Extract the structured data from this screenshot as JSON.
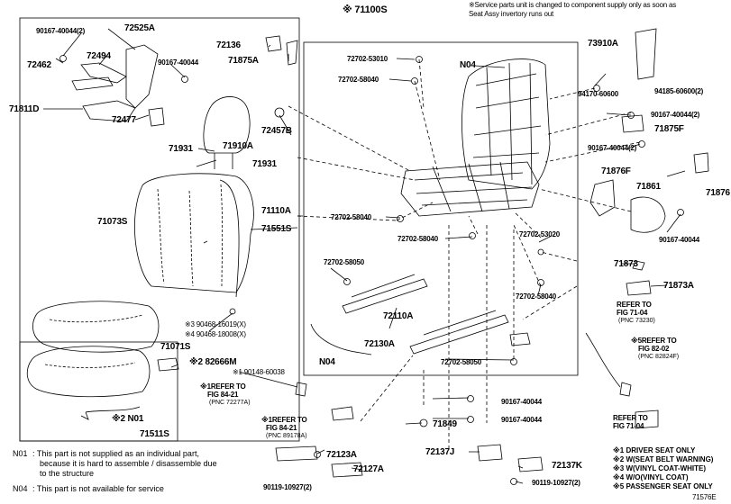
{
  "header": {
    "main_part": "※ 71100S",
    "service_note_1": "※Service parts unit is changed to component supply only as soon as",
    "service_note_2": "Seat Assy invertory runs out"
  },
  "figure_id": "71576E",
  "parts": {
    "p90167_40044_2_tl": "90167-40044(2)",
    "p72525A": "72525A",
    "p72462": "72462",
    "p72494": "72494",
    "p90167_40044_tl2": "90167-40044",
    "p71811D": "71811D",
    "p72477": "72477",
    "p72136": "72136",
    "p71875A": "71875A",
    "p72457B": "72457B",
    "p71931_a": "71931",
    "p71910A": "71910A",
    "p71931_b": "71931",
    "p71073S": "71073S",
    "p71110A": "71110A",
    "p71551S": "71551S",
    "p72702_53010": "72702-53010",
    "p72702_58040_a": "72702-58040",
    "pN04_a": "N04",
    "p72702_58040_b": "72702-58040",
    "p72702_58040_c": "72702-58040",
    "p72702_53020": "72702-53020",
    "p72702_58050_a": "72702-58050",
    "p72702_58040_d": "72702-58040",
    "p72110A": "72110A",
    "p72130A": "72130A",
    "pN04_b": "N04",
    "p72702_58050_b": "72702-58050",
    "p73910A": "73910A",
    "p94170_60600": "94170-60600",
    "p94185_60600_2": "94185-60600(2)",
    "p90167_40044_2_r1": "90167-40044(2)",
    "p71875F": "71875F",
    "p90167_40044_2_r2": "90167-40044(2)",
    "p71876F": "71876F",
    "p71861": "71861",
    "p71876": "71876",
    "p90167_40044_r": "90167-40044",
    "p71873": "71873",
    "p71873A": "71873A",
    "p90468_16019": "※3 90468-16019(X)",
    "p90468_18008": "※4 90468-18008(X)",
    "p71071S": "71071S",
    "p82666M": "※2 82666M",
    "p90148_60038": "※1 90148-60038",
    "pN01_part": "※2 N01",
    "p71511S": "71511S",
    "p90167_40044_bc1": "90167-40044",
    "p90167_40044_bc2": "90167-40044",
    "p71849": "71849",
    "p72123A": "72123A",
    "p72127A": "72127A",
    "p90119_10927_2_a": "90119-10927(2)",
    "p72137J": "72137J",
    "p72137K": "72137K",
    "p90119_10927_2_b": "90119-10927(2)"
  },
  "refs": {
    "ref1_line1": "※1REFER TO",
    "ref1_line2": "FIG 84-21",
    "ref1_line3": "(PNC 72277A)",
    "ref2_line1": "※1REFER TO",
    "ref2_line2": "FIG 84-21",
    "ref2_line3": "(PNC 89178A)",
    "ref3_line1": "REFER TO",
    "ref3_line2": "FIG 71-04",
    "ref3_line3": "(PNC 73230)",
    "ref4_line1": "※5REFER TO",
    "ref4_line2": "FIG 82-02",
    "ref4_line3": "(PNC 82824F)",
    "ref5_line1": "REFER TO",
    "ref5_line2": "FIG 71-04"
  },
  "notes": {
    "n01_code": "N01",
    "n01_line1": ": This part is not supplied as an individual part,",
    "n01_line2": "because it is hard to assemble / disassemble due",
    "n01_line3": "to the structure",
    "n04_code": "N04",
    "n04_line1": ": This part is not available for service"
  },
  "legend": [
    "※1 DRIVER SEAT ONLY",
    "※2 W(SEAT BELT WARNING)",
    "※3 W(VINYL COAT-WHITE)",
    "※4 W/O(VINYL COAT)",
    "※5 PASSENGER SEAT ONLY"
  ]
}
